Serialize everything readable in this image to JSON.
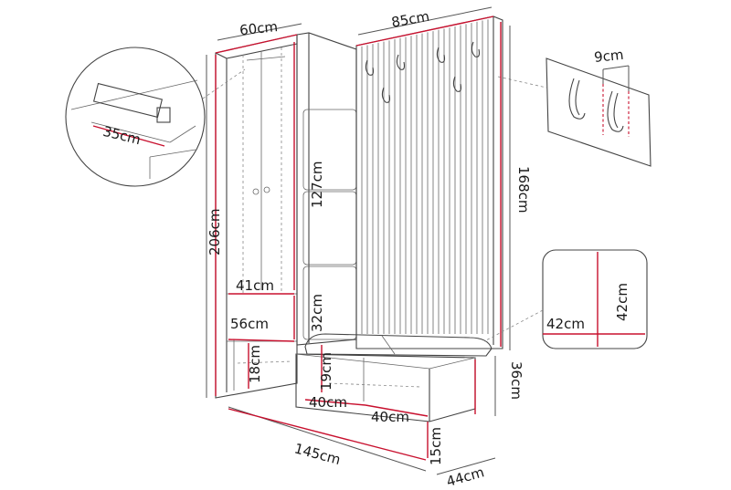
{
  "labels": {
    "d60": "60cm",
    "d85": "85cm",
    "d9": "9cm",
    "d35": "35cm",
    "d168": "168cm",
    "d206": "206cm",
    "d127": "127cm",
    "d41": "41cm",
    "d56": "56cm",
    "d32": "32cm",
    "d18": "18cm",
    "d19": "19cm",
    "d40a": "40cm",
    "d40b": "40cm",
    "d42h": "42cm",
    "d42w": "42cm",
    "d36": "36cm",
    "d15": "15cm",
    "d145": "145cm",
    "d44": "44cm"
  },
  "colors": {
    "measure": "#c8102e",
    "outline": "#444444"
  }
}
